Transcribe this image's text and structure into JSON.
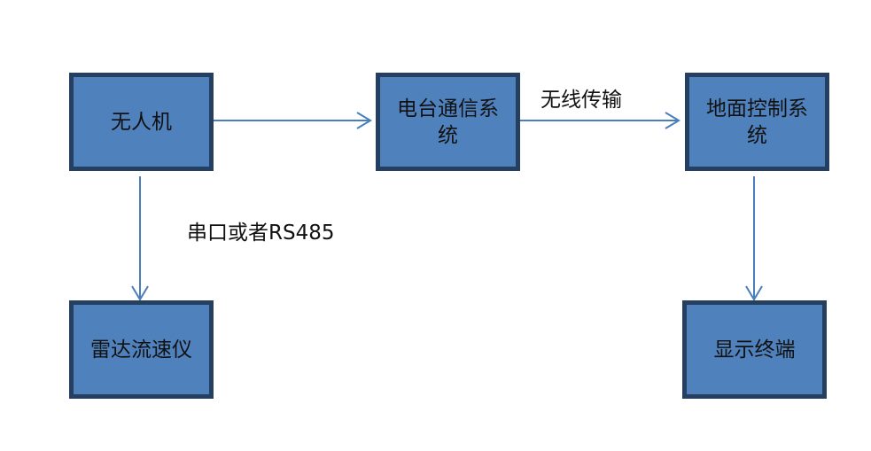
{
  "diagram": {
    "nodes": [
      {
        "id": "uav",
        "label": "无人机"
      },
      {
        "id": "radio",
        "label": "电台通信系统"
      },
      {
        "id": "ground",
        "label": "地面控制系统"
      },
      {
        "id": "radar",
        "label": "雷达流速仪"
      },
      {
        "id": "display",
        "label": "显示终端"
      }
    ],
    "edges": [
      {
        "from": "uav",
        "to": "radio",
        "label": ""
      },
      {
        "from": "radio",
        "to": "ground",
        "label": "无线传输"
      },
      {
        "from": "uav",
        "to": "radar",
        "label": "串口或者RS485"
      },
      {
        "from": "ground",
        "to": "display",
        "label": ""
      }
    ],
    "colors": {
      "node_fill": "#4F81BD",
      "node_border": "#243F60",
      "edge": "#4A7EBB"
    }
  }
}
